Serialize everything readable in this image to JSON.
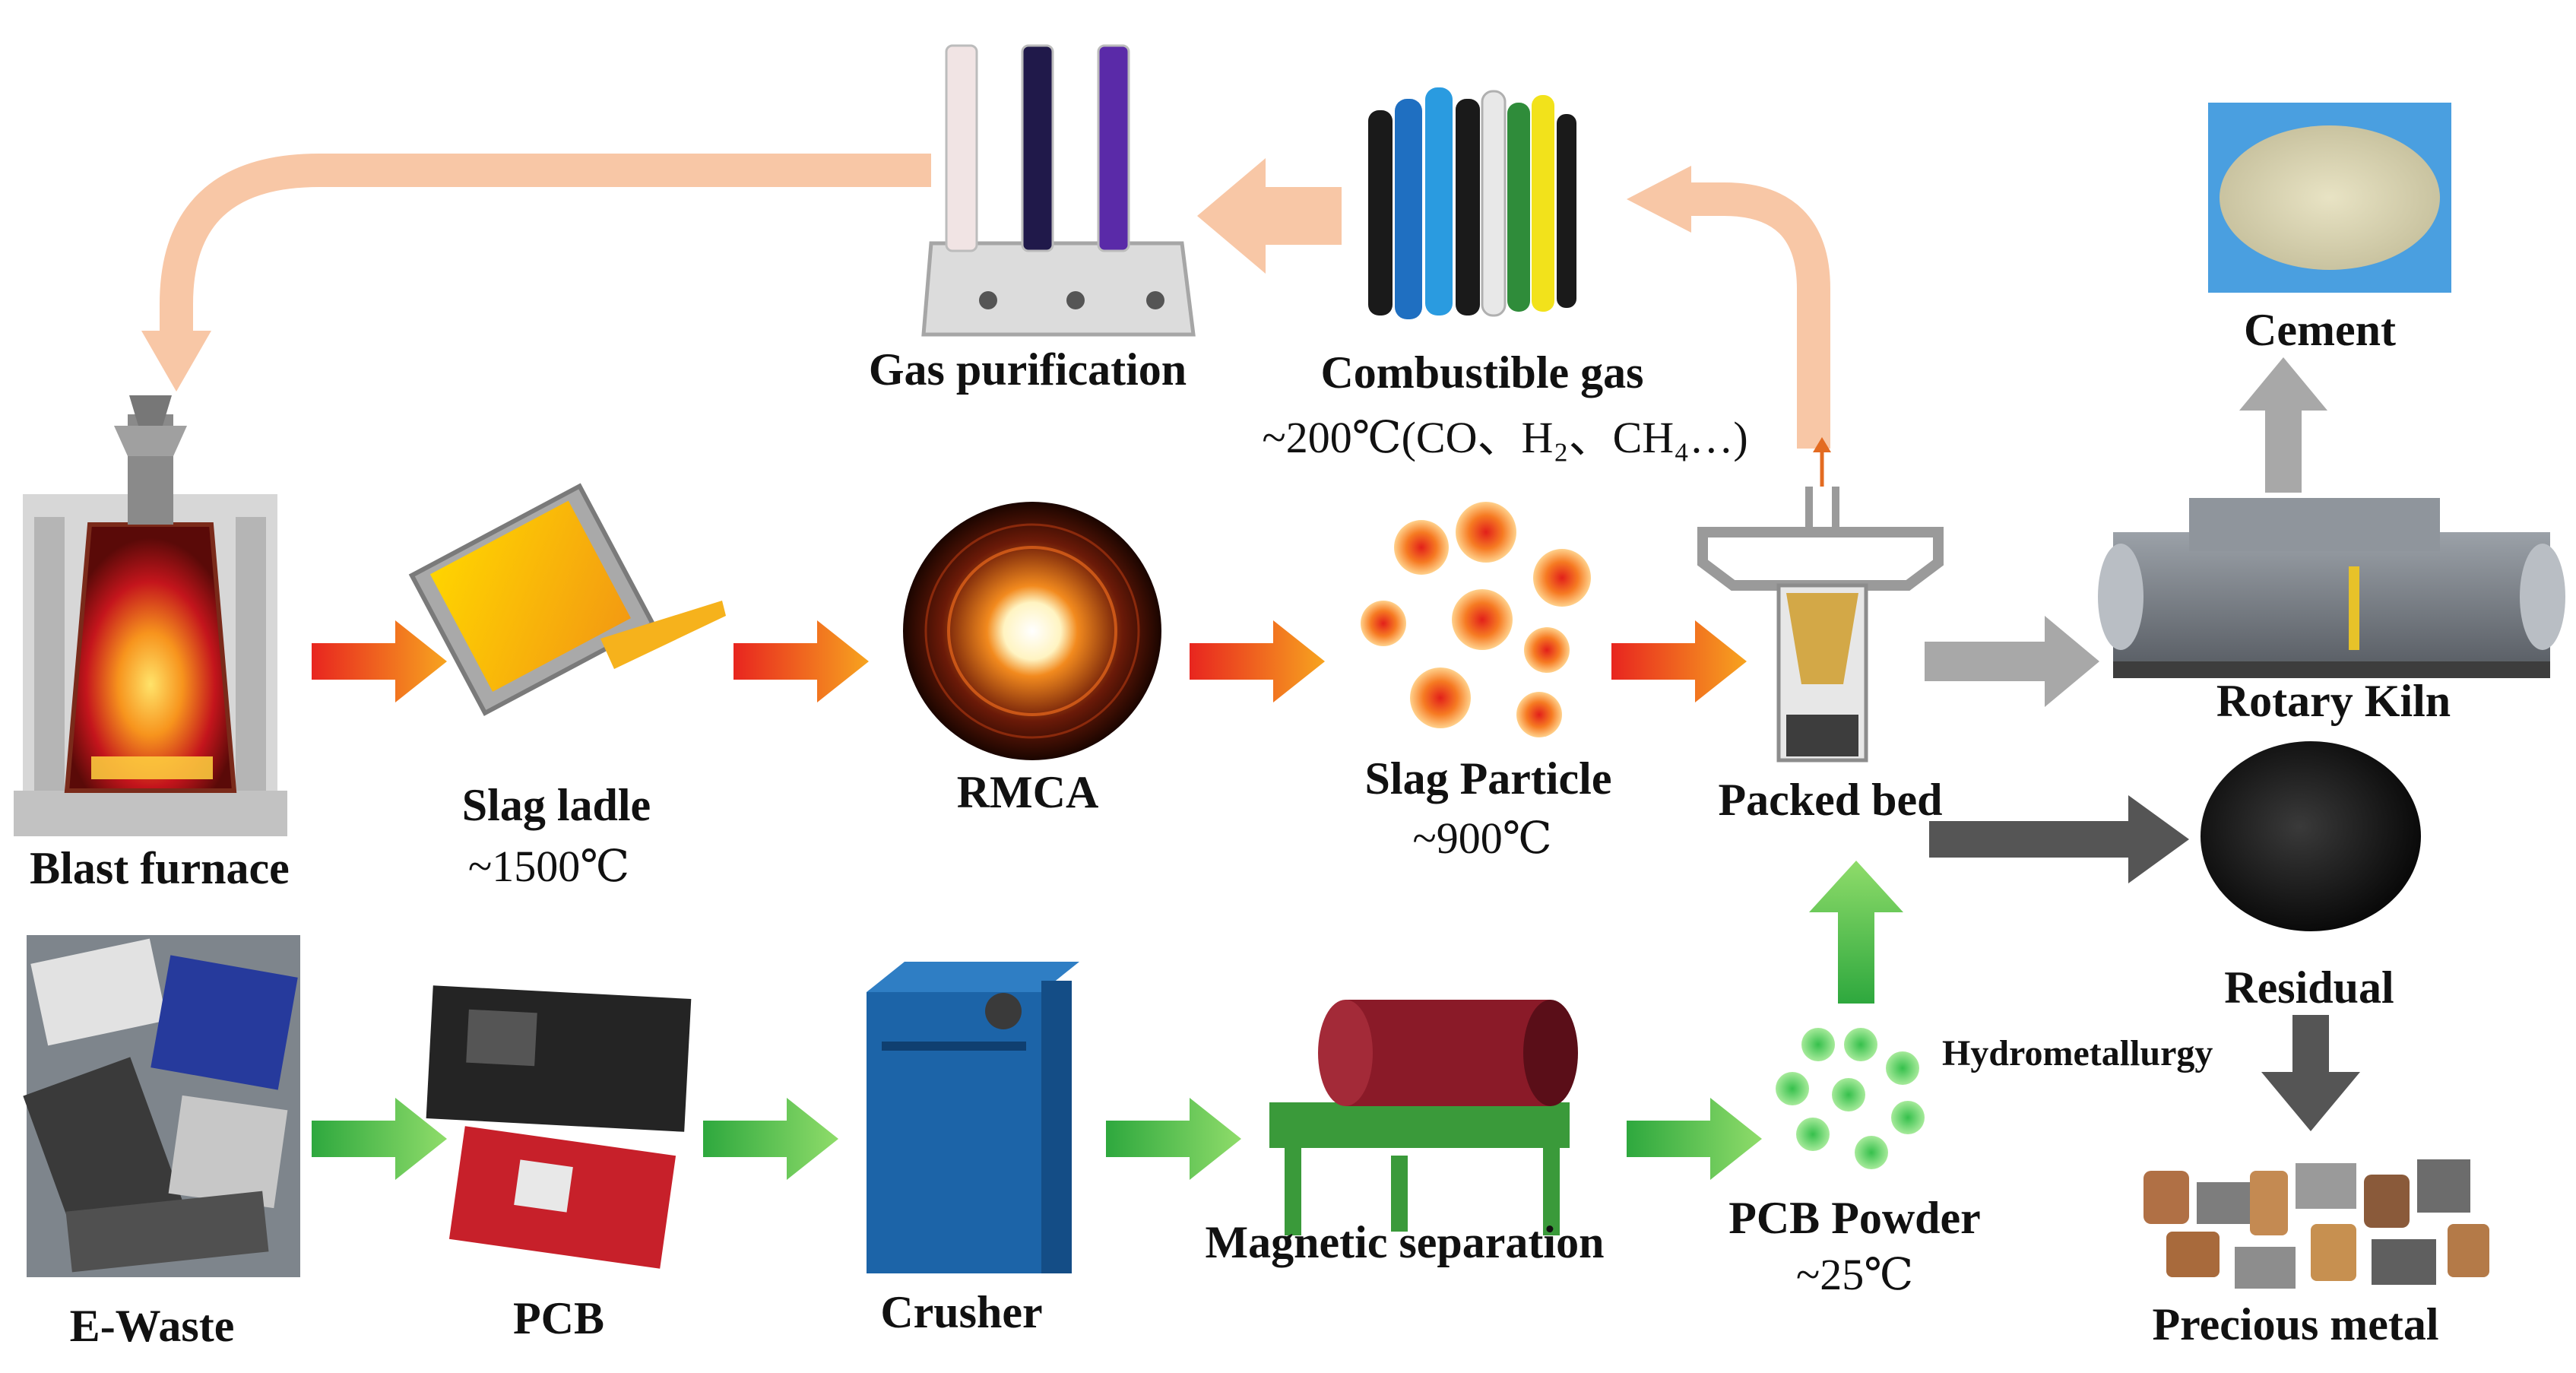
{
  "colors": {
    "hot_arrow_from": "#e8251f",
    "hot_arrow_to": "#f7a41f",
    "green_arrow_from": "#2ea83e",
    "green_arrow_to": "#8fdc6a",
    "gas_arrow": "#f8c7a6",
    "gray_arrow": "#a8a8a8",
    "dark_arrow": "#555555"
  },
  "top_process": {
    "blast_furnace": {
      "label": "Blast furnace",
      "icon": "blast-furnace-icon"
    },
    "slag_ladle": {
      "label": "Slag ladle",
      "temperature": "~1500℃",
      "icon": "slag-ladle-icon"
    },
    "rmca": {
      "label": "RMCA",
      "icon": "rmca-icon"
    },
    "slag_particle": {
      "label": "Slag Particle",
      "temperature": "~900℃",
      "icon": "slag-particle-icon"
    },
    "packed_bed": {
      "label": "Packed bed",
      "icon": "packed-bed-icon"
    }
  },
  "gas_loop": {
    "combustible_gas": {
      "label": "Combustible gas",
      "detail": "~200℃(CO、H₂、CH₄…)",
      "icon": "gas-cylinders-icon"
    },
    "gas_purification": {
      "label": "Gas purification",
      "icon": "gas-purifier-icon"
    }
  },
  "bottom_process": {
    "e_waste": {
      "label": "E-Waste",
      "icon": "e-waste-icon"
    },
    "pcb": {
      "label": "PCB",
      "icon": "pcb-icon"
    },
    "crusher": {
      "label": "Crusher",
      "icon": "crusher-icon"
    },
    "magnetic_separation": {
      "label": "Magnetic separation",
      "icon": "magnetic-separator-icon"
    },
    "pcb_powder": {
      "label": "PCB Powder",
      "temperature": "~25℃",
      "icon": "pcb-powder-icon"
    }
  },
  "outputs": {
    "rotary_kiln": {
      "label": "Rotary Kiln",
      "icon": "rotary-kiln-icon"
    },
    "cement": {
      "label": "Cement",
      "icon": "cement-icon"
    },
    "residual": {
      "label": "Residual",
      "icon": "residual-icon"
    },
    "hydrometallurgy": {
      "label": "Hydrometallurgy"
    },
    "precious_metal": {
      "label": "Precious metal",
      "icon": "precious-metal-icon"
    }
  }
}
